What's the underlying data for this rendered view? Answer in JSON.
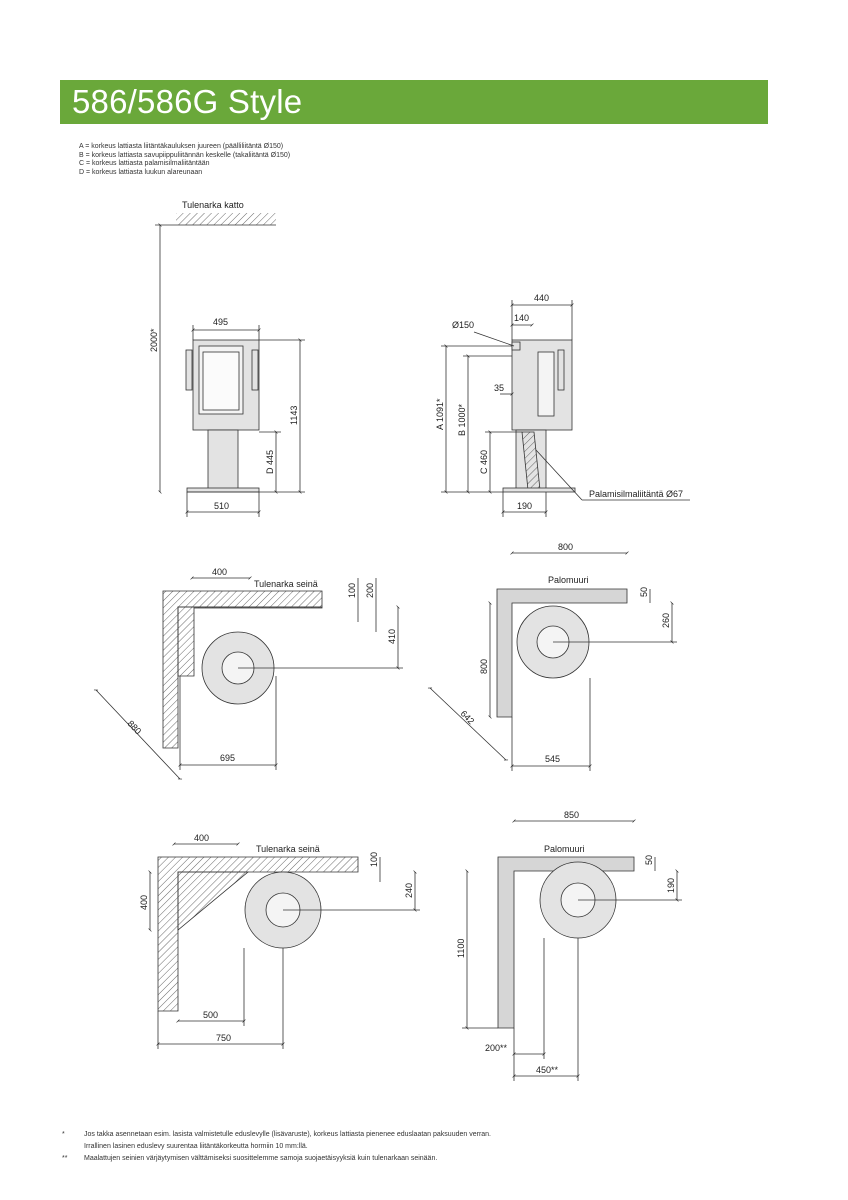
{
  "header": {
    "title": "586/586G Style"
  },
  "legend": [
    "A = korkeus lattiasta liitäntäkauluksen juureen (päälliliitäntä Ø150)",
    "B = korkeus lattiasta savupiippuliitännän keskelle (takaliitäntä Ø150)",
    "C = korkeus lattiasta palamisilmaliitäntään",
    "D = korkeus lattiasta luukun alareunaan"
  ],
  "front_view": {
    "ceiling_label": "Tulenarka katto",
    "dim_width_top": "495",
    "dim_height_ceiling": "2000*",
    "dim_height_total": "1143",
    "dim_door": "D 445",
    "dim_base": "510"
  },
  "side_view": {
    "dim_depth": "440",
    "dim_offset": "140",
    "dim_flue": "Ø150",
    "dim_35": "35",
    "dim_a": "A 1091*",
    "dim_b": "B 1000*",
    "dim_c": "C 460",
    "dim_base": "190",
    "air_label": "Palamisilmaliitäntä Ø67"
  },
  "corner_combustible": {
    "wall_label": "Tulenarka seinä",
    "dim_400": "400",
    "dim_100": "100",
    "dim_200": "200",
    "dim_410": "410",
    "dim_880": "880",
    "dim_695": "695"
  },
  "corner_firewall": {
    "wall_label": "Palomuuri",
    "dim_800_top": "800",
    "dim_50": "50",
    "dim_260": "260",
    "dim_800_side": "800",
    "dim_642": "642",
    "dim_545": "545"
  },
  "wall_combustible": {
    "wall_label": "Tulenarka seinä",
    "dim_400_top": "400",
    "dim_100": "100",
    "dim_240": "240",
    "dim_400_side": "400",
    "dim_500": "500",
    "dim_750": "750"
  },
  "wall_firewall": {
    "wall_label": "Palomuuri",
    "dim_850": "850",
    "dim_50": "50",
    "dim_190": "190",
    "dim_1100": "1100",
    "dim_200": "200**",
    "dim_450": "450**"
  },
  "footnotes": [
    {
      "mark": "*",
      "text": "Jos takka asennetaan esim. lasista valmistetulle eduslevylle (lisävaruste), korkeus lattiasta pienenee eduslaatan paksuuden verran."
    },
    {
      "mark": "",
      "text": "Irrallinen lasinen eduslevy suurentaa liitäntäkorkeutta hormiin 10 mm:llä."
    },
    {
      "mark": "**",
      "text": "Maalattujen seinien värjäytymisen välttämiseksi suosittelemme samoja suojaetäisyyksiä kuin tulenarkaan seinään."
    }
  ],
  "colors": {
    "banner": "#6aa83a",
    "stove_fill": "#e3e3e3",
    "wall_fill": "#d6d6d6"
  }
}
